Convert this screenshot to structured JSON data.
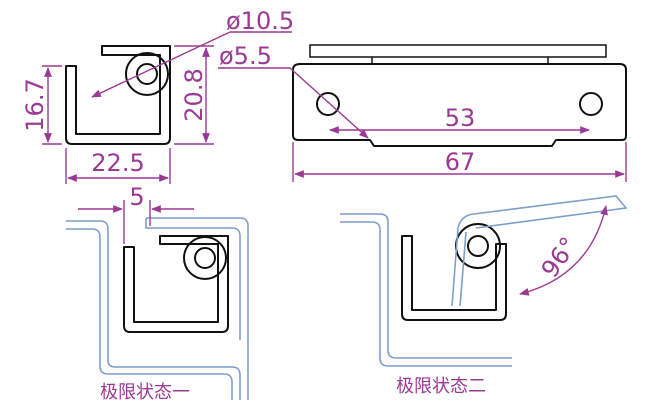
{
  "dimensions": {
    "hole_outer_diameter": "ø10.5",
    "hole_inner_diameter": "ø5.5",
    "height_left": "16.7",
    "height_right": "20.8",
    "width_bottom": "22.5",
    "hole_spacing": "53",
    "overall_length": "67",
    "gap": "5",
    "angle": "96°"
  },
  "captions": {
    "state_one": "极限状态一",
    "state_two": "极限状态二"
  },
  "colors": {
    "dimension": "#9b3a93",
    "part_outline": "#111111",
    "wall": "#7f9ec9"
  }
}
